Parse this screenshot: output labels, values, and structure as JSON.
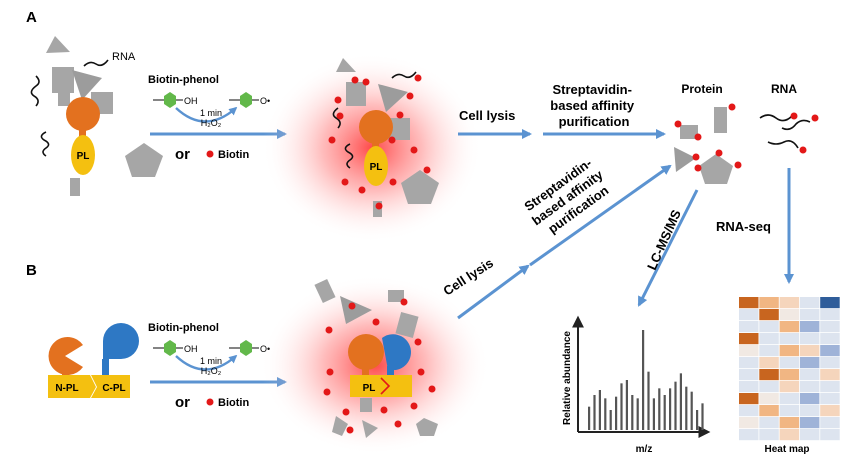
{
  "panels": {
    "a": "A",
    "b": "B"
  },
  "labels": {
    "rna_tag": "RNA",
    "biotin_phenol_a": "Biotin-phenol",
    "biotin_phenol_b": "Biotin-phenol",
    "oh_a": "OH",
    "oh_b": "OH",
    "ominus_a": "O•",
    "ominus_b": "O•",
    "time_a": "1 min",
    "time_b": "1 min",
    "h2o2_a": "H₂O₂",
    "h2o2_b": "H₂O₂",
    "or_a": "or",
    "or_b": "or",
    "biotin_a": "Biotin",
    "biotin_b": "Biotin",
    "pl_a": "PL",
    "pl_a2": "PL",
    "npl": "N-PL",
    "cpl": "C-PL",
    "pl_b": "PL",
    "cell_lysis_a": "Cell lysis",
    "cell_lysis_b": "Cell lysis",
    "strep_h": [
      "Streptavidin-",
      "based affinity",
      "purification"
    ],
    "strep_d": [
      "Streptavidin-",
      "based affinity",
      "purification"
    ],
    "protein": "Protein",
    "rna": "RNA",
    "lcms": "LC-MS/MS",
    "rnaseq": "RNA-seq",
    "ylabel": "Relative abundance",
    "xlabel": "m/z",
    "heatmap": "Heat map"
  },
  "colors": {
    "orange": "#e3711f",
    "yellow": "#f4c010",
    "blue": "#2e78c4",
    "arrow": "#5b93d1",
    "gray": "#a6a6a6",
    "red": "#e31818",
    "green": "#62b84a"
  },
  "spectrum": [
    14,
    21,
    24,
    19,
    12,
    20,
    28,
    30,
    21,
    19,
    60,
    35,
    19,
    25,
    21,
    25,
    29,
    34,
    26,
    23,
    12,
    16
  ],
  "heatmap_cells": [
    [
      "#c8651f",
      "#f1b683",
      "#f5d5bc",
      "#dde4ef",
      "#2f5d9a"
    ],
    [
      "#dde4ef",
      "#c8651f",
      "#f1e9e3",
      "#dde4ef",
      "#dde4ef"
    ],
    [
      "#dde4ef",
      "#dde4ef",
      "#f1b683",
      "#9fb3d8",
      "#dde4ef"
    ],
    [
      "#c8651f",
      "#dde4ef",
      "#dde4ef",
      "#dde4ef",
      "#dde4ef"
    ],
    [
      "#f1e9e3",
      "#dde4ef",
      "#f1b683",
      "#f5d5bc",
      "#9fb3d8"
    ],
    [
      "#dde4ef",
      "#f5d5bc",
      "#dde4ef",
      "#9fb3d8",
      "#dde4ef"
    ],
    [
      "#dde4ef",
      "#c8651f",
      "#f1b683",
      "#dde4ef",
      "#f5d5bc"
    ],
    [
      "#dde4ef",
      "#dde4ef",
      "#f5d5bc",
      "#dde4ef",
      "#dde4ef"
    ],
    [
      "#c8651f",
      "#f1e9e3",
      "#dde4ef",
      "#9fb3d8",
      "#dde4ef"
    ],
    [
      "#dde4ef",
      "#f1b683",
      "#dde4ef",
      "#dde4ef",
      "#f5d5bc"
    ],
    [
      "#f1e9e3",
      "#dde4ef",
      "#f1b683",
      "#9fb3d8",
      "#dde4ef"
    ],
    [
      "#dde4ef",
      "#dde4ef",
      "#f5d5bc",
      "#dde4ef",
      "#dde4ef"
    ]
  ]
}
